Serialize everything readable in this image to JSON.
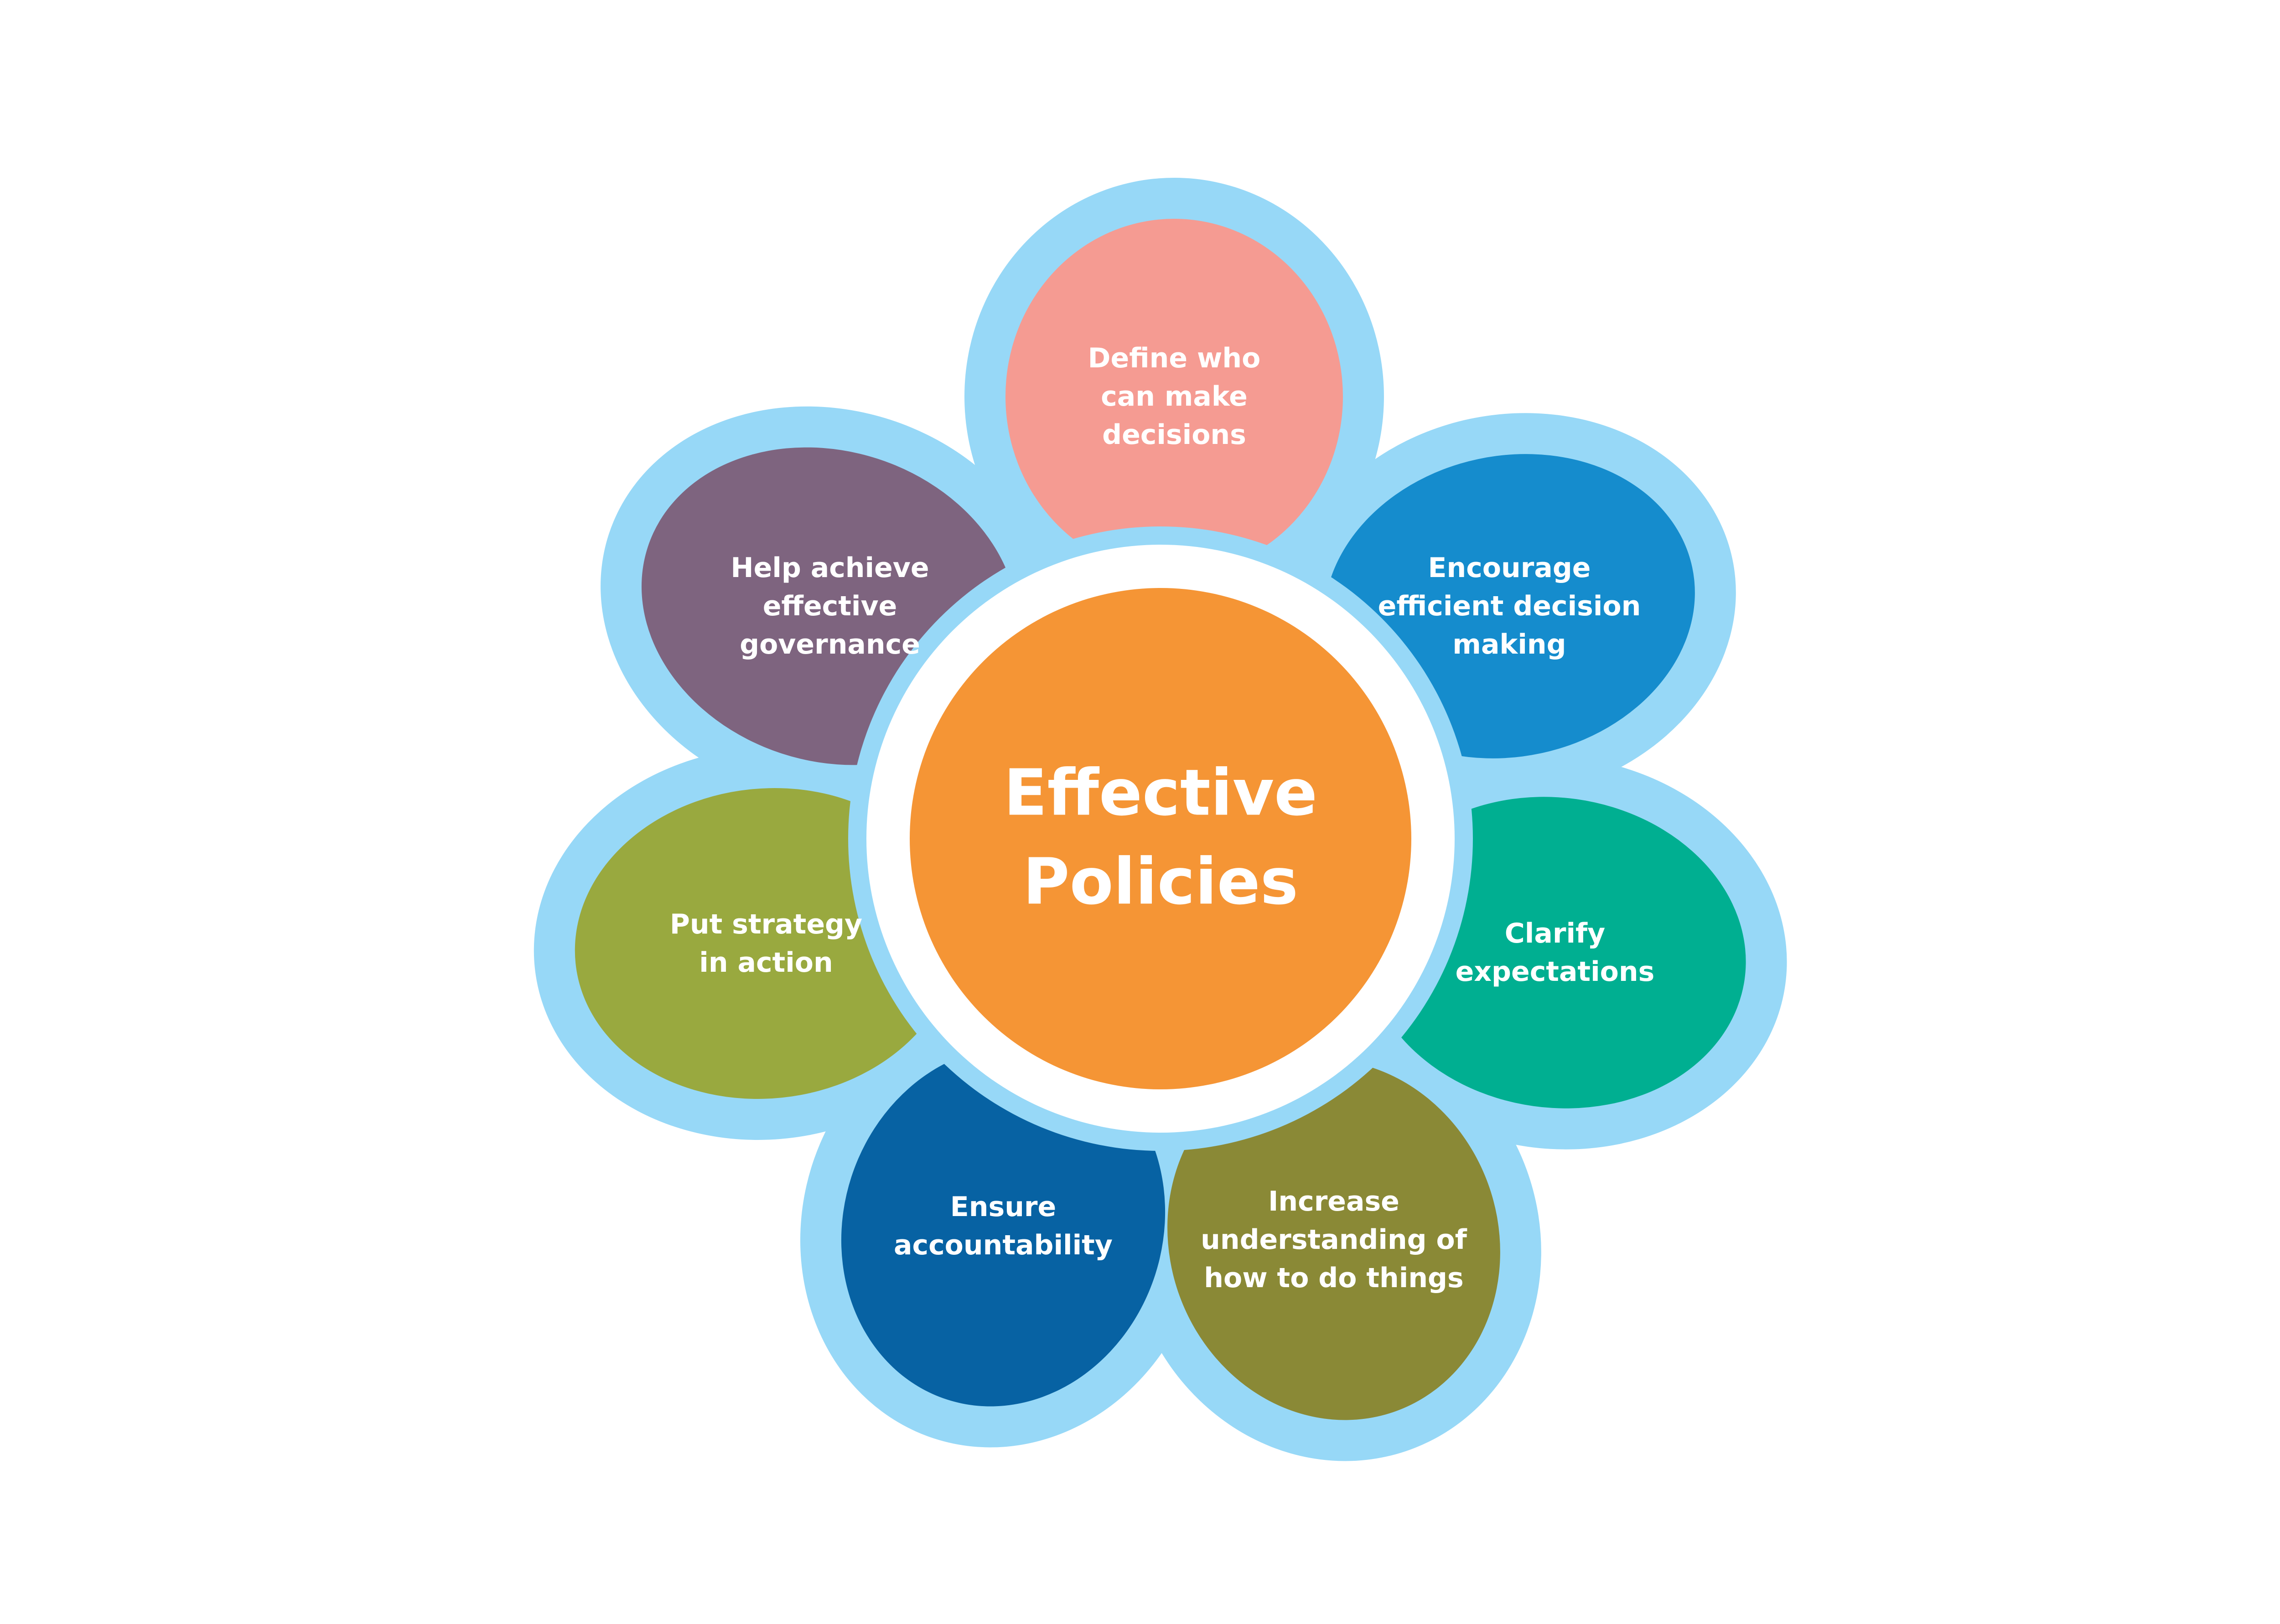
{
  "center": {
    "lines": [
      "Effective",
      "Policies"
    ],
    "color": "#F59535"
  },
  "outline_color": "#97D8F7",
  "ring_color": "#FFFFFF",
  "petals": [
    {
      "id": "top",
      "lines": [
        "Define who",
        "can make",
        "decisions"
      ],
      "color": "#F59B92"
    },
    {
      "id": "upper-right",
      "lines": [
        "Encourage",
        "efficient decision",
        "making"
      ],
      "color": "#158CCD"
    },
    {
      "id": "right",
      "lines": [
        "Clarify",
        "expectations"
      ],
      "color": "#00AF91"
    },
    {
      "id": "lower-right",
      "lines": [
        "Increase",
        "understanding of",
        "how to do things"
      ],
      "color": "#8A8936"
    },
    {
      "id": "lower-left",
      "lines": [
        "Ensure",
        "accountability"
      ],
      "color": "#0762A3"
    },
    {
      "id": "left",
      "lines": [
        "Put strategy",
        "in action"
      ],
      "color": "#99A93F"
    },
    {
      "id": "upper-left",
      "lines": [
        "Help achieve",
        "effective",
        "governance"
      ],
      "color": "#7E647F"
    }
  ]
}
